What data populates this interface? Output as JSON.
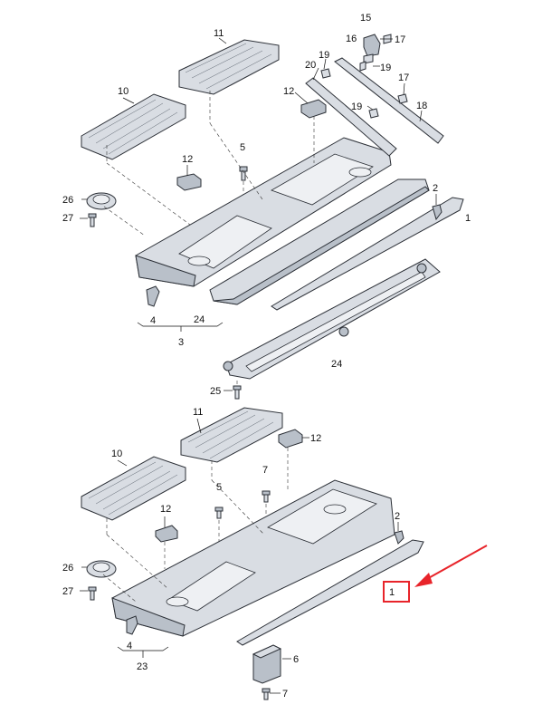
{
  "callouts": {
    "top": [
      "11",
      "10",
      "12",
      "12",
      "5",
      "26",
      "27",
      "4",
      "24",
      "3",
      "15",
      "16",
      "17",
      "19",
      "20",
      "19",
      "17",
      "18",
      "2",
      "1",
      "24",
      "25"
    ],
    "bottom": [
      "11",
      "12",
      "10",
      "7",
      "5",
      "12",
      "26",
      "27",
      "4",
      "23",
      "2",
      "1",
      "6",
      "7"
    ]
  },
  "highlight": {
    "label": "1",
    "color": "#e8242a"
  }
}
